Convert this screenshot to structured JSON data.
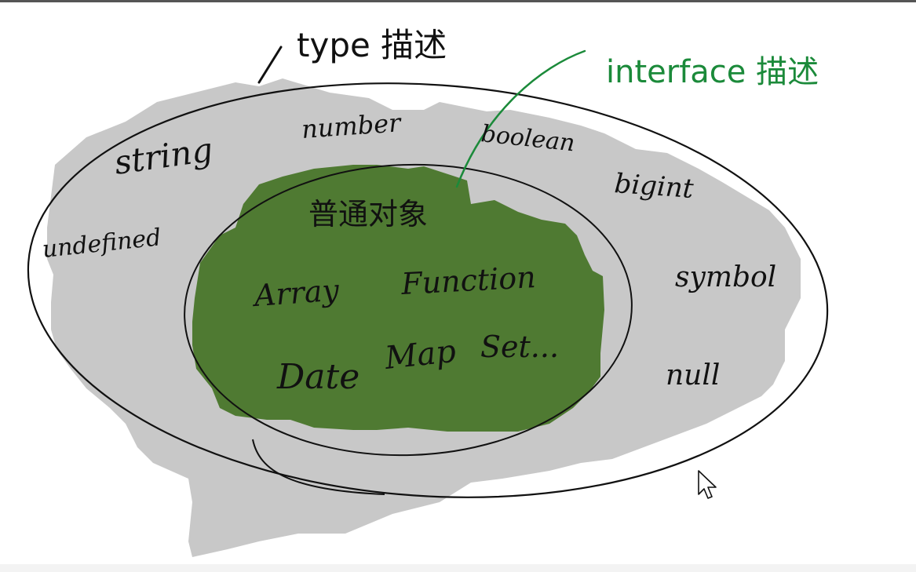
{
  "diagram": {
    "type_label": "type 描述",
    "interface_label": "interface 描述",
    "outer_items": [
      "string",
      "number",
      "boolean",
      "bigint",
      "undefined",
      "symbol",
      "null"
    ],
    "inner_title": "普通对象",
    "inner_items": [
      "Array",
      "Function",
      "Date",
      "Map",
      "Set..."
    ]
  },
  "colors": {
    "gray_fill": "#c8c8c8",
    "green_fill": "#4f7a32",
    "green_ink": "#1b8a3a",
    "ink": "#111111"
  },
  "icons": {
    "cursor": "mouse-pointer-icon"
  }
}
